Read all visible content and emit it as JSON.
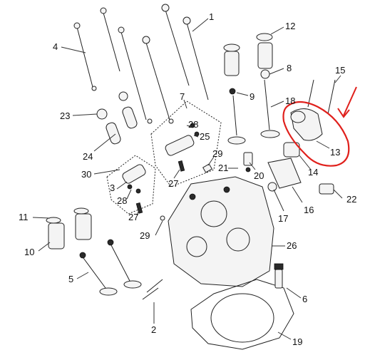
{
  "callouts": [
    {
      "id": "1",
      "label": "1"
    },
    {
      "id": "2",
      "label": "2"
    },
    {
      "id": "3",
      "label": "3"
    },
    {
      "id": "4",
      "label": "4"
    },
    {
      "id": "5",
      "label": "5"
    },
    {
      "id": "6",
      "label": "6"
    },
    {
      "id": "7",
      "label": "7"
    },
    {
      "id": "8",
      "label": "8"
    },
    {
      "id": "9",
      "label": "9"
    },
    {
      "id": "10",
      "label": "10"
    },
    {
      "id": "11",
      "label": "11"
    },
    {
      "id": "12",
      "label": "12"
    },
    {
      "id": "13",
      "label": "13"
    },
    {
      "id": "14",
      "label": "14"
    },
    {
      "id": "15",
      "label": "15"
    },
    {
      "id": "16",
      "label": "16"
    },
    {
      "id": "17",
      "label": "17"
    },
    {
      "id": "18",
      "label": "18"
    },
    {
      "id": "19",
      "label": "19"
    },
    {
      "id": "20",
      "label": "20"
    },
    {
      "id": "21",
      "label": "21"
    },
    {
      "id": "22",
      "label": "22"
    },
    {
      "id": "23",
      "label": "23"
    },
    {
      "id": "24",
      "label": "24"
    },
    {
      "id": "25",
      "label": "25"
    },
    {
      "id": "26",
      "label": "26"
    },
    {
      "id": "27a",
      "label": "27"
    },
    {
      "id": "27b",
      "label": "27"
    },
    {
      "id": "28a",
      "label": "28"
    },
    {
      "id": "28b",
      "label": "28"
    },
    {
      "id": "29a",
      "label": "29"
    },
    {
      "id": "29b",
      "label": "29"
    },
    {
      "id": "30",
      "label": "30"
    }
  ],
  "highlight": {
    "color": "#e0201c",
    "target": "13"
  }
}
